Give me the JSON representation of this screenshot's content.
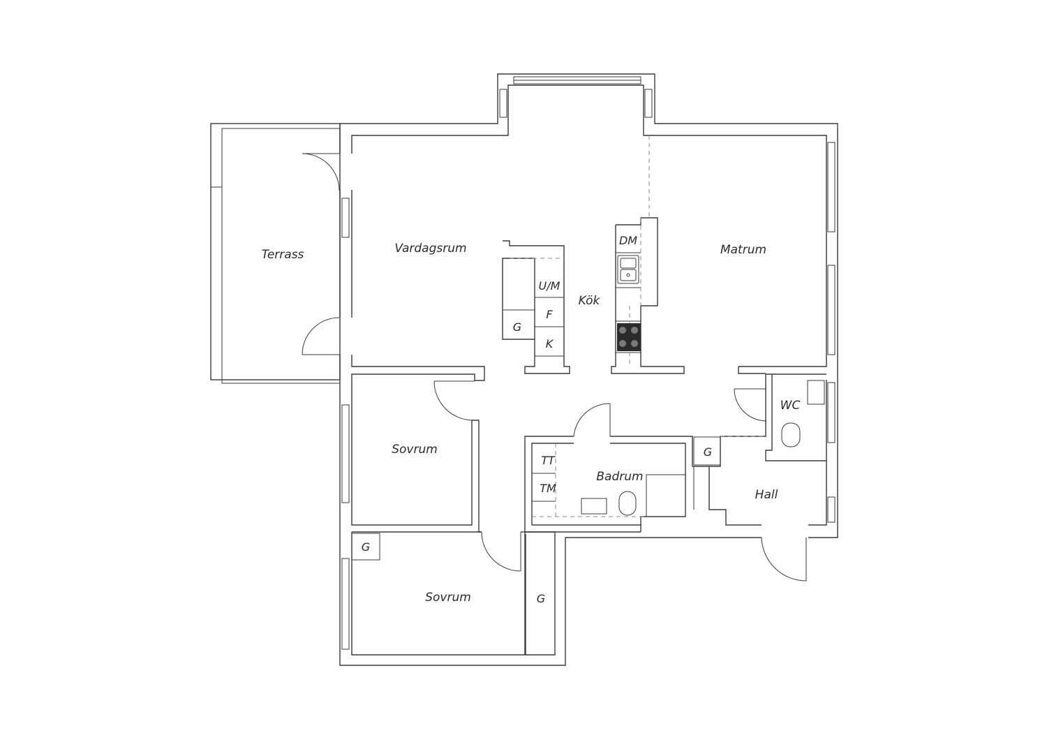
{
  "rooms": {
    "terrass": "Terrass",
    "vardagsrum": "Vardagsrum",
    "matrum": "Matrum",
    "kok": "Kök",
    "sovrum_1": "Sovrum",
    "sovrum_2": "Sovrum",
    "badrum": "Badrum",
    "wc": "WC",
    "hall": "Hall"
  },
  "fixtures": {
    "dishwasher": "DM",
    "microwave_oven": "U/M",
    "fridge": "F",
    "freezer": "K",
    "wardrobe_kitchen": "G",
    "tumble_dryer": "TT",
    "washing_machine": "TM",
    "wardrobe_hall": "G",
    "wardrobe_bedroom": "G",
    "wardrobe_corridor": "G"
  },
  "colors": {
    "line": "#3a3a3a",
    "dashed": "#8a8a8a",
    "hob": "#2b2b2b"
  }
}
